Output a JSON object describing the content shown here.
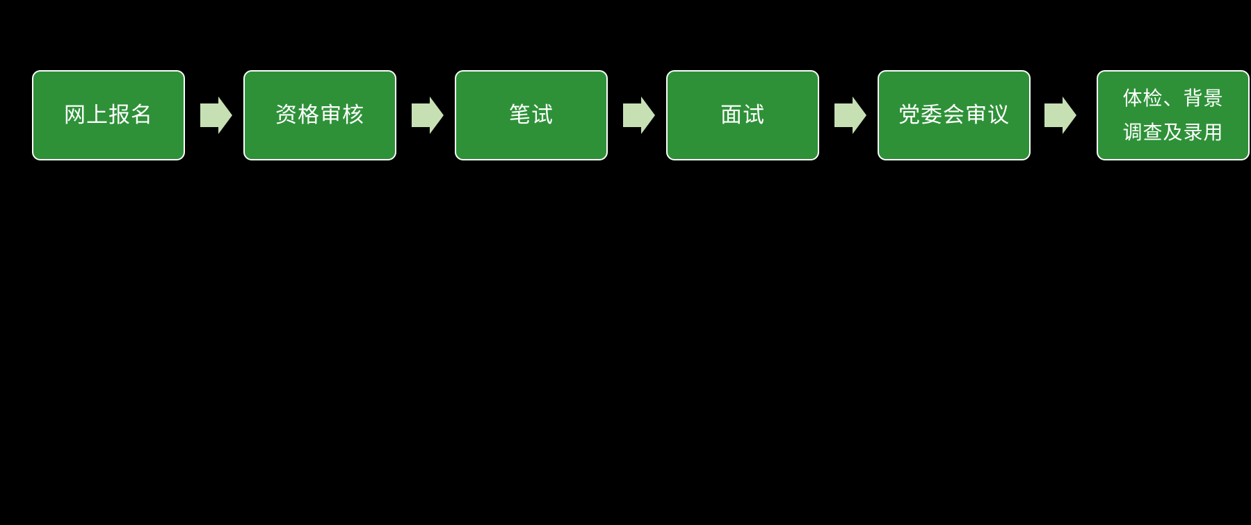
{
  "diagram": {
    "type": "process-flow",
    "background_color": "#000000",
    "box_fill_color": "#2E9138",
    "box_border_color": "#FFFFFF",
    "box_text_color": "#FFFFFF",
    "arrow_fill_color": "#C6E0B4",
    "steps": [
      {
        "label": "网上报名"
      },
      {
        "label": "资格审核"
      },
      {
        "label": "笔试"
      },
      {
        "label": "面试"
      },
      {
        "label": "党委会审议"
      },
      {
        "label": "体检、背景\n调查及录用"
      }
    ]
  }
}
